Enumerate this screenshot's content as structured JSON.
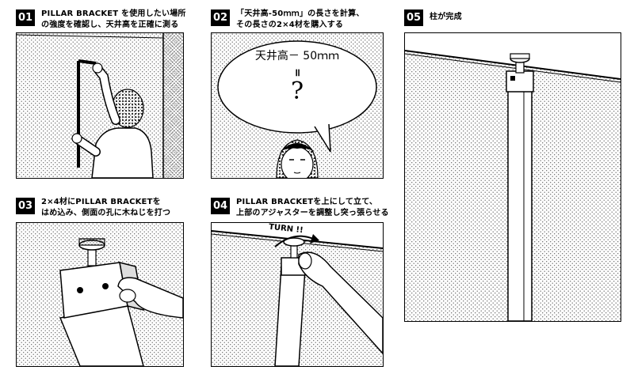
{
  "steps": [
    {
      "num": "01",
      "line1": "PILLAR BRACKET を使用したい場所",
      "line2": "の強度を確認し、天井高を正確に測る"
    },
    {
      "num": "02",
      "line1": "「天井高-50ｍｍ」の長さを計算、",
      "line2": "その長さの2×4材を購入する",
      "bubble_line1": "天井高－ 50ｍｍ",
      "bubble_eq": "॥",
      "bubble_q": "?"
    },
    {
      "num": "03",
      "line1": "2×4材にPILLAR BRACKETを",
      "line2": "はめ込み、側面の孔に木ねじを打つ"
    },
    {
      "num": "04",
      "line1": "PILLAR BRACKETを上にして立て、",
      "line2": "上部のアジャスターを調整し突っ張らせる",
      "turn_label": "TURN !!"
    },
    {
      "num": "05",
      "line1": "柱が完成"
    }
  ]
}
